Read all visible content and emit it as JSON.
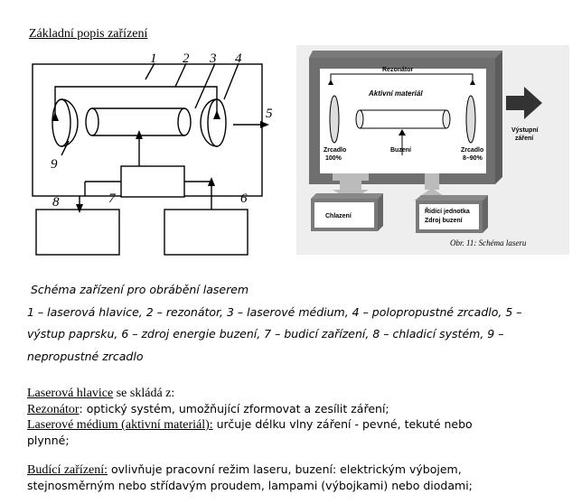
{
  "heading": "Základní popis zařízení",
  "left_figure": {
    "numbers": [
      "1",
      "2",
      "3",
      "4",
      "5",
      "6",
      "7",
      "8",
      "9"
    ]
  },
  "right_figure": {
    "rezonator": "Rezonátor",
    "aktivni": "Aktivní materiál",
    "zrcadlo_left": [
      "Zrcadlo",
      "100%"
    ],
    "buzeni": "Buzení",
    "zrcadlo_right": [
      "Zrcadlo",
      "8–90%"
    ],
    "vystup": [
      "Výstupní",
      "záření"
    ],
    "chlazeni": "Chlazení",
    "ridici": [
      "Řídící jednotka",
      "Zdroj buzení"
    ],
    "caption": "Obr. 11: Schéma laseru"
  },
  "caption": {
    "title": "Schéma zařízení pro obrábění laserem",
    "line1": "1 – laserová hlavice, 2 – rezonátor, 3 – laserové médium, 4 – polopropustné zrcadlo, 5 –",
    "line2": "výstup paprsku, 6 – zdroj energie buzení, 7 – budicí zařízení, 8 – chladicí systém, 9 –",
    "line3": "nepropustné zrcadlo"
  },
  "description": {
    "hlavice_label": "Laserová hlavice",
    "hlavice_rest": " se skládá z:",
    "rezonator_label": "Rezonátor",
    "rezonator_text": ": optický systém, umožňující zformovat a zesílit záření;",
    "medium_label": "Laserové médium  (aktivní materiál):",
    "medium_text": " určuje délku vlny záření - pevné, tekuté nebo",
    "medium_text2": "plynné;",
    "budici_label": "Budící zařízení:",
    "budici_text": " ovlivňuje pracovní režim laseru, buzení:  elektrickým výbojem,",
    "budici_text2": "stejnosměrným nebo střídavým proudem, lampami (výbojkami) nebo diodami;"
  }
}
